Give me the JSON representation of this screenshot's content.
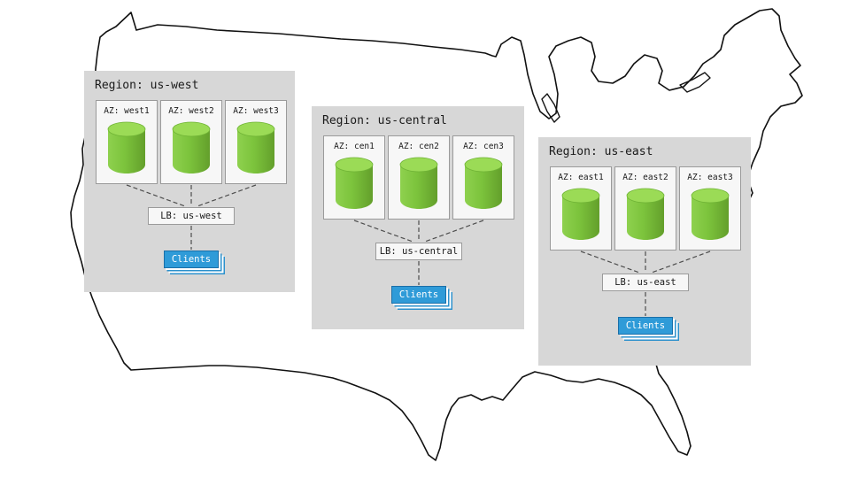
{
  "regions": [
    {
      "title": "Region: us-west",
      "azs": [
        "AZ: west1",
        "AZ: west2",
        "AZ: west3"
      ],
      "lb": "LB: us-west",
      "clients": "Clients"
    },
    {
      "title": "Region: us-central",
      "azs": [
        "AZ: cen1",
        "AZ: cen2",
        "AZ: cen3"
      ],
      "lb": "LB: us-central",
      "clients": "Clients"
    },
    {
      "title": "Region: us-east",
      "azs": [
        "AZ: east1",
        "AZ: east2",
        "AZ: east3"
      ],
      "lb": "LB: us-east",
      "clients": "Clients"
    }
  ],
  "colors": {
    "region_bg": "#d7d7d7",
    "az_bg": "#f7f7f7",
    "cylinder_green": "#7cc33c",
    "cylinder_top_green": "#9bdb56",
    "clients_blue": "#2f9bd8",
    "map_stroke": "#111111",
    "connector_stroke": "#4d4d4d"
  }
}
